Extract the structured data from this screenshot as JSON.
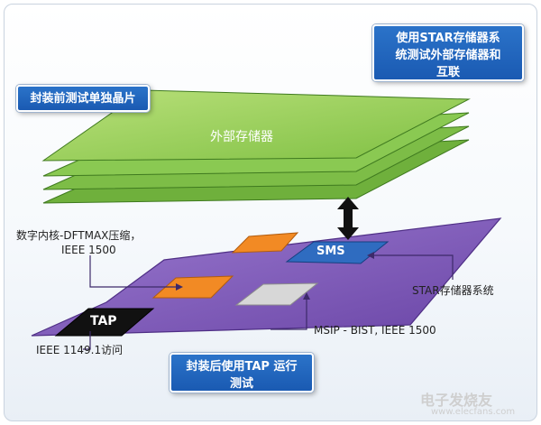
{
  "callouts": {
    "pre_package": "封装前测试单独晶片",
    "star_line1": "使用STAR存储器系",
    "star_line2": "统测试外部存储器和",
    "star_line3": "互联",
    "tap_line1": "封装后使用TAP 运行",
    "tap_line2": "测试"
  },
  "memory_label": "外部存储器",
  "labels": {
    "digital_core_line1": "数字内核-DFTMAX压缩，",
    "digital_core_line2": "IEEE 1500",
    "star_system": "STAR存储器系统",
    "msip": "MSIP - BIST, IEEE 1500",
    "ieee1149": "IEEE 1149.1访问",
    "sms": "SMS",
    "tap": "TAP"
  },
  "watermark_cn": "电子发烧友",
  "watermark_url": "www.elecfans.com",
  "colors": {
    "green_top": "#9bd356",
    "green_side": "#5fa331",
    "purple": "#7b55b6",
    "orange": "#f07f1d",
    "blue_box": "#2f6cc0",
    "callout_blue": "#1f63b8"
  }
}
